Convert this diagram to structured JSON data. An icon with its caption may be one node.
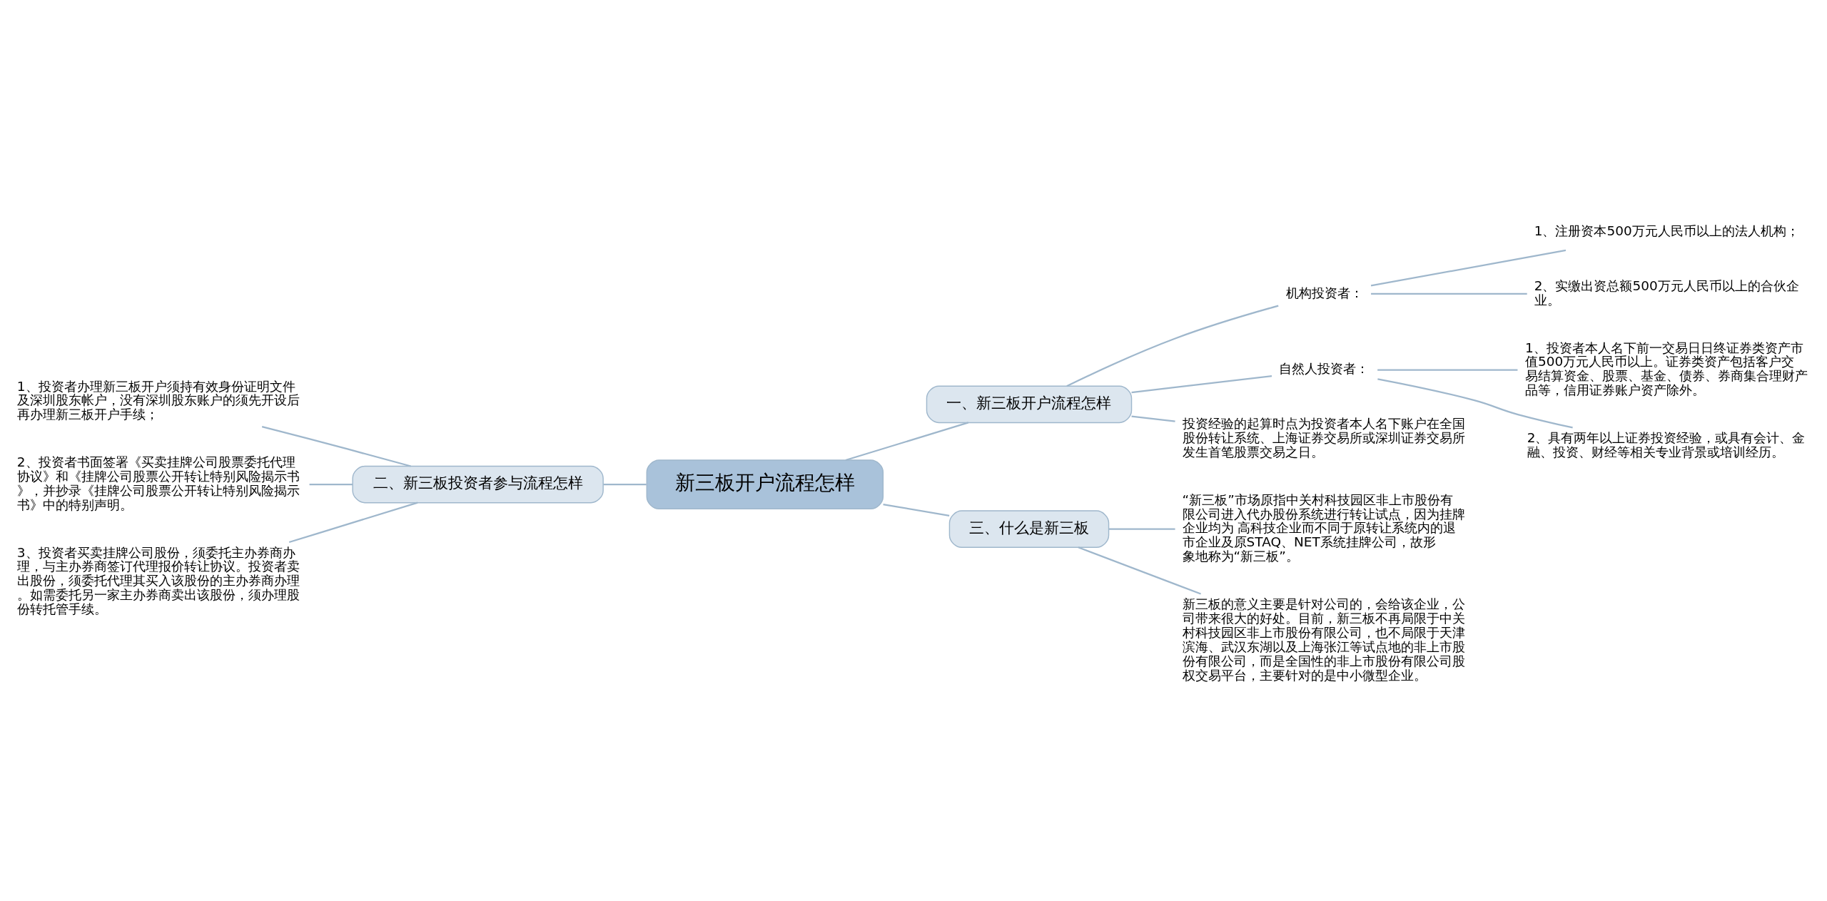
{
  "diagram": {
    "nodes": [
      {
        "text": [
          "新三板开户流程怎样"
        ]
      },
      {
        "text": [
          "一、新三板开户流程怎样"
        ]
      },
      {
        "text": [
          "机构投资者："
        ]
      },
      {
        "text": [
          "1、注册资本500万元人民币以上的法人机构；"
        ]
      },
      {
        "text": [
          "2、实缴出资总额500万元人民币以上的合伙企业。"
        ]
      },
      {
        "text": [
          "自然人投资者："
        ]
      },
      {
        "text": [
          "1、投资者本人名下前一交易日日终证券类资产市值500万元人民币以上。证券类资产包括客户交易结算资金、股票、基金、债券、券商集合理财产品等，信用证券账户资产除外。"
        ]
      },
      {
        "text": [
          "2、具有两年以上证券投资经验，或具有会计、金融、投资、财经等相关专业背景或培训经历。"
        ]
      },
      {
        "text": [
          "投资经验的起算时点为投资者本人名下账户在全国股份转让系统、上海证券交易所或深圳证券交易所发生首笔股票交易之日。"
        ]
      },
      {
        "text": [
          "二、新三板投资者参与流程怎样"
        ]
      },
      {
        "text": [
          "1、投资者办理新三板开户须持有效身份证明文件及深圳股东帐户，没有深圳股东账户的须先开设后再办理新三板开户手续；"
        ]
      },
      {
        "text": [
          "2、投资者书面签署《买卖挂牌公司股票委托代理协议》和《挂牌公司股票公开转让特别风险揭示书》，并抄录《挂牌公司股票公开转让特别风险揭示书》中的特别声明。"
        ]
      },
      {
        "text": [
          "3、投资者买卖挂牌公司股份，须委托主办券商办理，与主办券商签订代理报价转让协议。投资者卖出股份，须委托代理其买入该股份的主办券商办理。如需委托另一家主办券商卖出该股份，须办理股份转托管手续。"
        ]
      },
      {
        "text": [
          "三、什么是新三板"
        ]
      },
      {
        "text": [
          "“新三板”市场原指中关村科技园区非上市股份有限公司进入代办股份系统进行转让试点，因为挂牌企业均为 高科技企业而不同于原转让系统内的退市企业及原STAQ、NET系统挂牌公司，故形象地称为“新三板”。"
        ]
      },
      {
        "text": [
          "新三板的意义主要是针对公司的，会给该企业，公司带来很大的好处。目前，新三板不再局限于中关村科技园区非上市股份有限公司，也不局限于天津滨海、武汉东湖以及上海张江等试点地的非上市股份有限公司，而是全国性的非上市股份有限公司股权交易平台，主要针对的是中小微型企业。"
        ]
      }
    ],
    "edges": [
      {
        "from": 0,
        "to": 1,
        "arrow": "none"
      },
      {
        "from": 1,
        "to": 2,
        "arrow": "none"
      },
      {
        "from": 2,
        "to": 3,
        "arrow": "none"
      },
      {
        "from": 2,
        "to": 4,
        "arrow": "none"
      },
      {
        "from": 1,
        "to": 5,
        "arrow": "none"
      },
      {
        "from": 5,
        "to": 6,
        "arrow": "none"
      },
      {
        "from": 5,
        "to": 7,
        "arrow": "none"
      },
      {
        "from": 1,
        "to": 8,
        "arrow": "none"
      },
      {
        "from": 0,
        "to": 9,
        "arrow": "none"
      },
      {
        "from": 9,
        "to": 10,
        "arrow": "none"
      },
      {
        "from": 9,
        "to": 11,
        "arrow": "none"
      },
      {
        "from": 9,
        "to": 12,
        "arrow": "none"
      },
      {
        "from": 0,
        "to": 13,
        "arrow": "none"
      },
      {
        "from": 13,
        "to": 14,
        "arrow": "none"
      },
      {
        "from": 13,
        "to": 15,
        "arrow": "none"
      }
    ]
  }
}
